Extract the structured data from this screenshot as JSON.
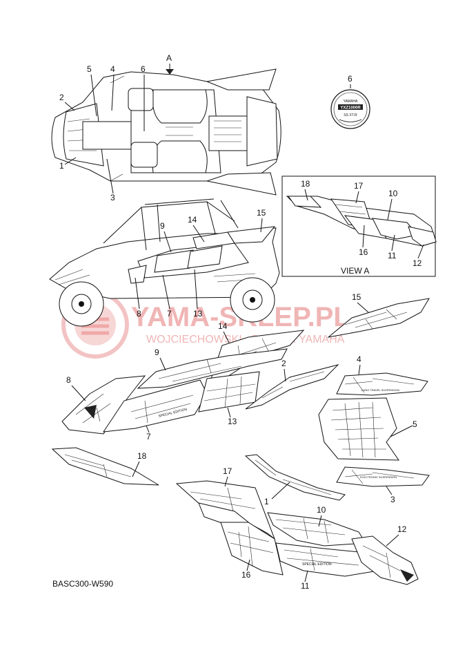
{
  "diagram": {
    "top_view_arrow_label": "A",
    "view_a_caption": "VIEW A",
    "drawing_code": "BASC300-W590",
    "emblem_text_1": "YAMAHA",
    "emblem_text_2": "YXZ1000R",
    "emblem_text_3": "SS XT-R",
    "decal_text_1": "SPECIAL EDITION",
    "decal_text_2": "ELECTRONIC SUSPENSION",
    "decal_text_3": "LONG TRAVEL SUSPENSION"
  },
  "watermark": {
    "brand": "YAMA-SKLEP.PL",
    "subtitle": "WOJCIECHOWSKI - DEALER YAMAHA"
  },
  "callouts": {
    "top": [
      "1",
      "2",
      "3",
      "4",
      "5",
      "6"
    ],
    "emblem": "6",
    "side": [
      "7",
      "8",
      "9",
      "13",
      "14",
      "15"
    ],
    "view_a": [
      "10",
      "11",
      "12",
      "16",
      "17",
      "18"
    ],
    "parts": [
      "1",
      "2",
      "3",
      "4",
      "5",
      "7",
      "8",
      "9",
      "10",
      "11",
      "12",
      "13",
      "14",
      "15",
      "16",
      "17",
      "18"
    ]
  }
}
